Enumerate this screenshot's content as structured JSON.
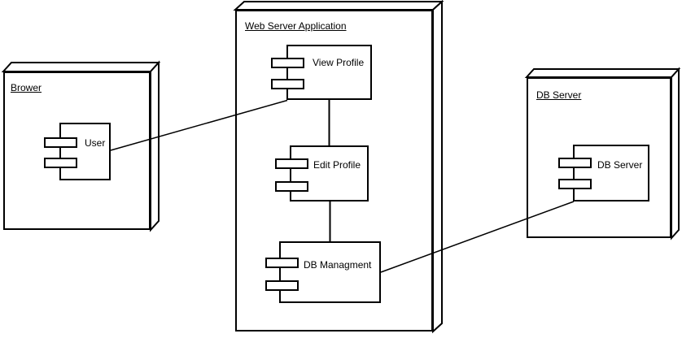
{
  "diagram": {
    "type": "uml-deployment-diagram",
    "background_color": "#ffffff",
    "line_color": "#000000",
    "nodes": [
      {
        "id": "brower",
        "label": "Brower",
        "components": [
          {
            "id": "user",
            "label": "User"
          }
        ]
      },
      {
        "id": "web-server-application",
        "label": "Web Server Application",
        "components": [
          {
            "id": "view-profile",
            "label": "View Profile"
          },
          {
            "id": "edit-profile",
            "label": "Edit Profile"
          },
          {
            "id": "db-managment",
            "label": "DB Managment"
          }
        ]
      },
      {
        "id": "db-server",
        "label": "DB Server",
        "components": [
          {
            "id": "db-server-component",
            "label": "DB Server"
          }
        ]
      }
    ],
    "connections": [
      {
        "from": "User",
        "to": "View Profile"
      },
      {
        "from": "View Profile",
        "to": "Edit Profile"
      },
      {
        "from": "Edit Profile",
        "to": "DB Managment"
      },
      {
        "from": "DB Managment",
        "to": "DB Server"
      }
    ]
  }
}
